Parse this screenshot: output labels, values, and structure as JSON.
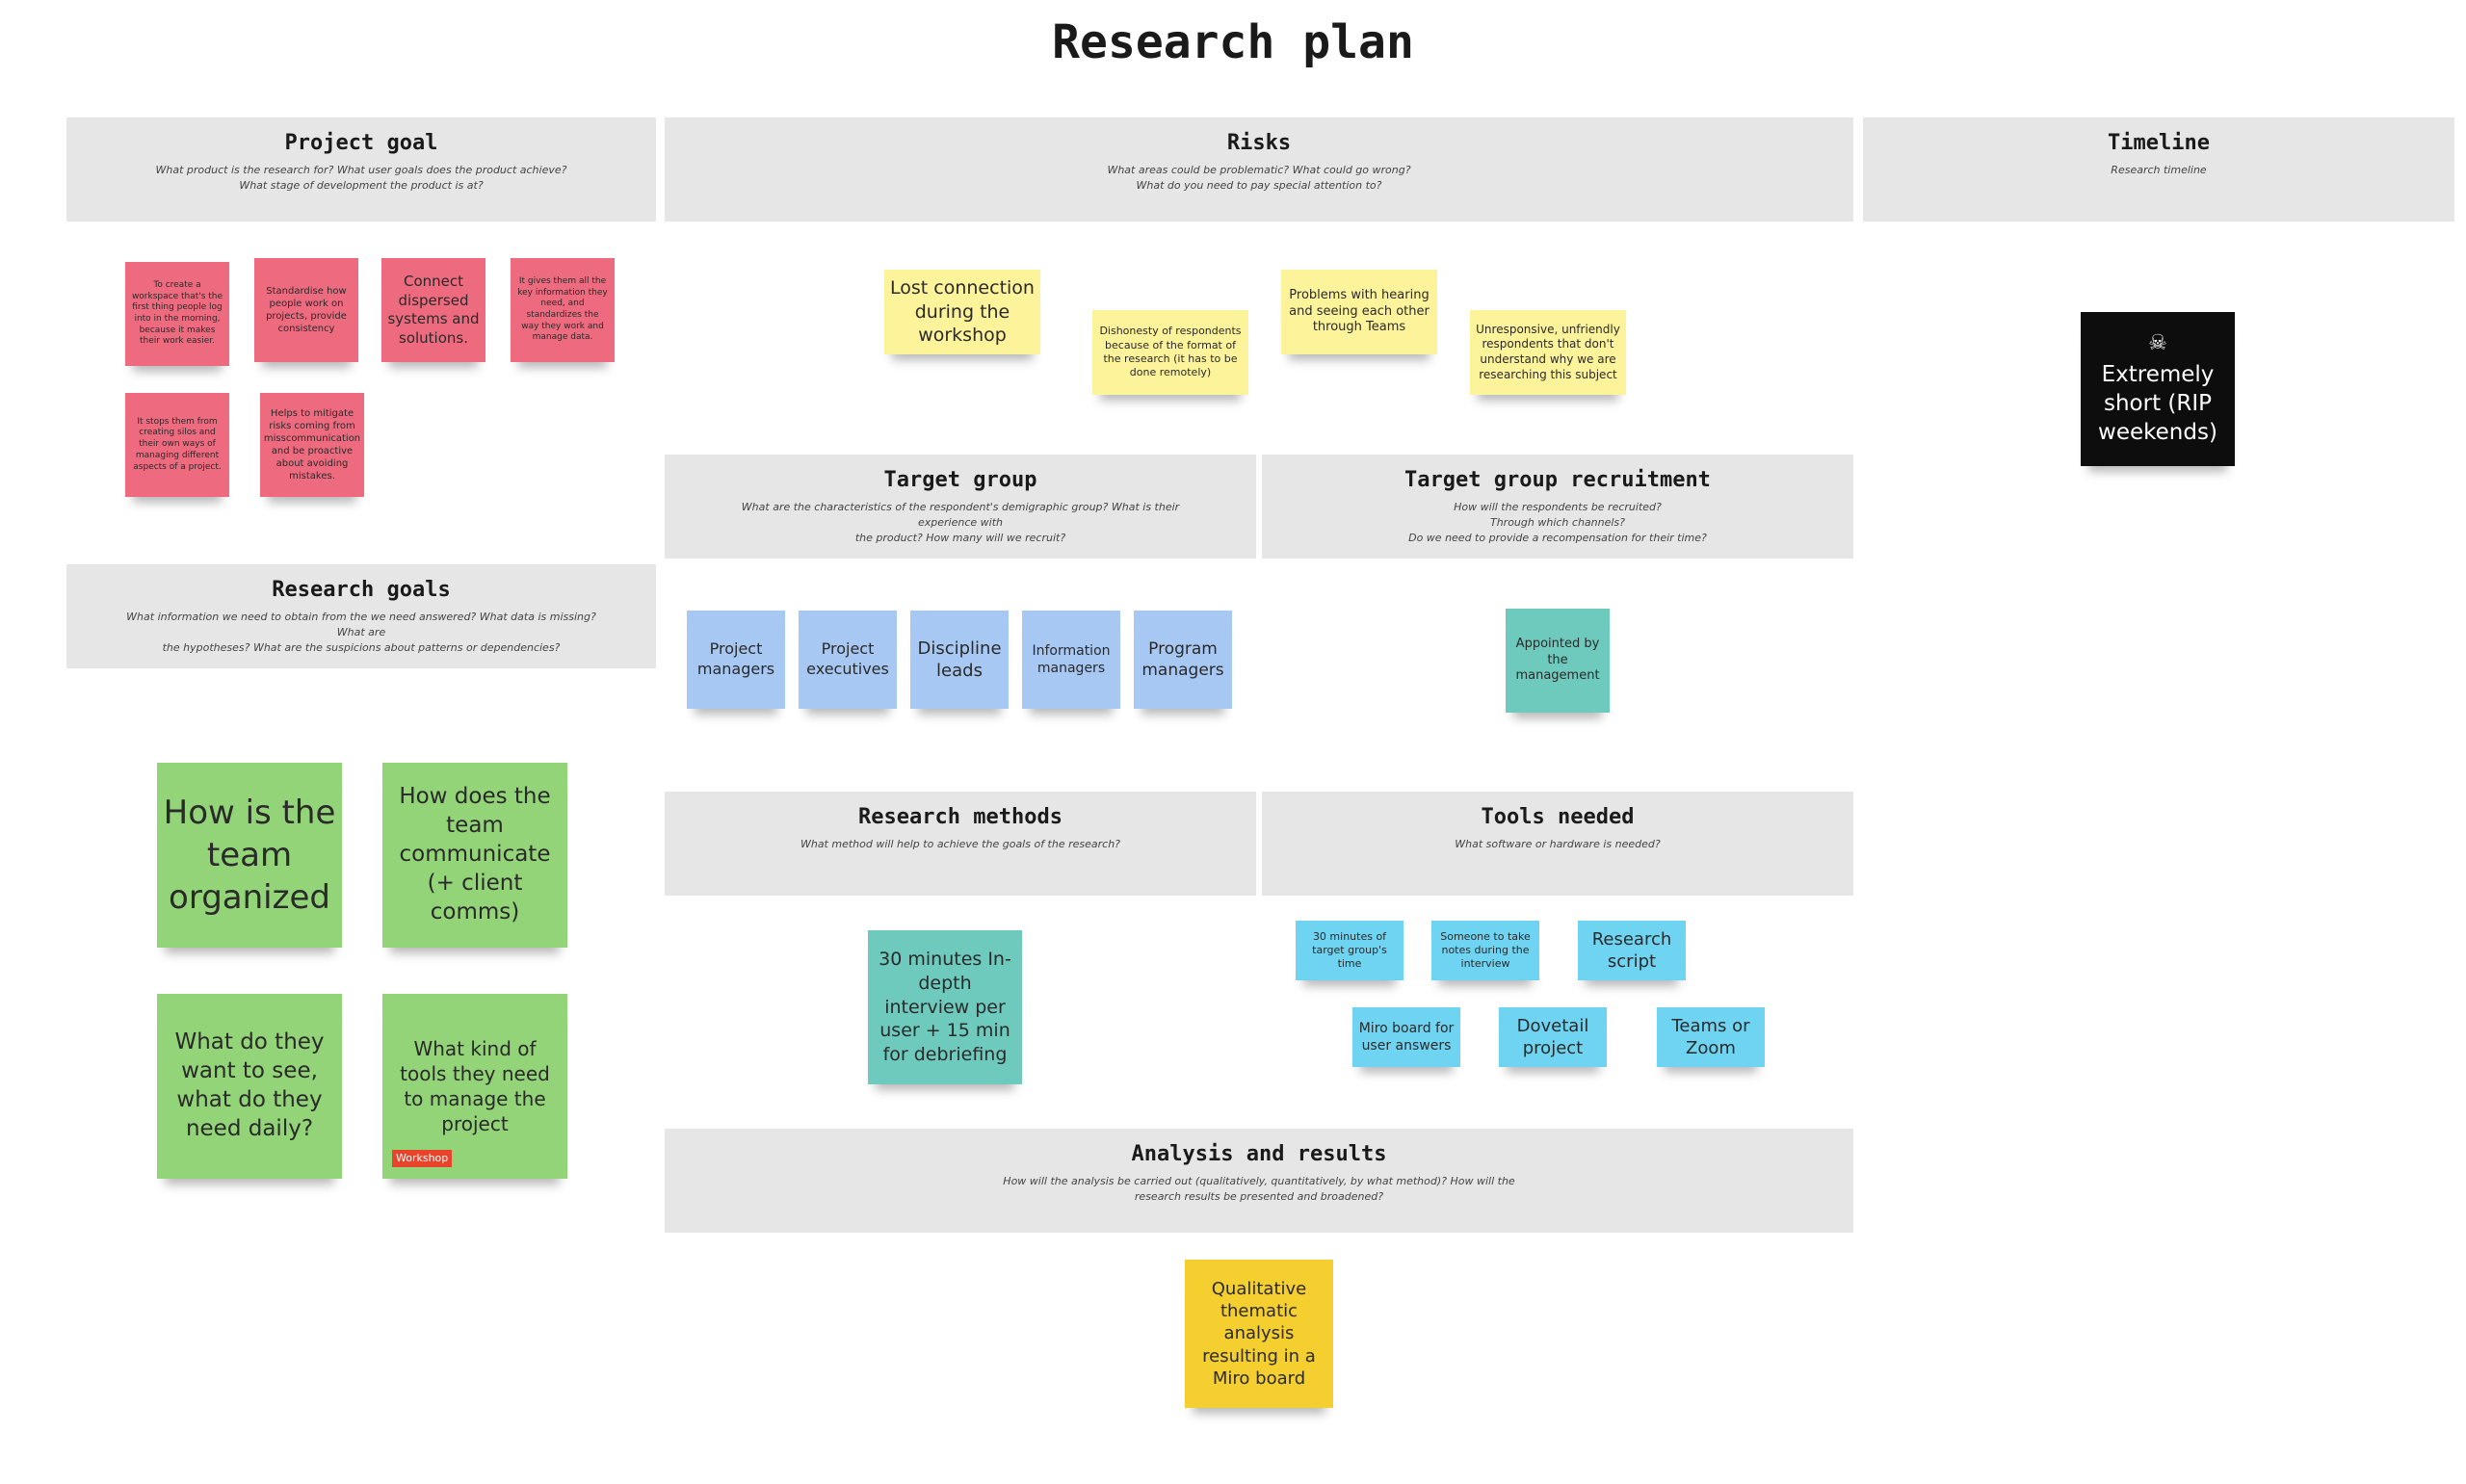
{
  "board": {
    "title": "Research plan"
  },
  "frames": {
    "project_goal": {
      "title": "Project goal",
      "desc": "What product is the research for? What user goals does the product achieve?\nWhat stage of development the product is at?"
    },
    "risks": {
      "title": "Risks",
      "desc": "What areas could be problematic? What could go wrong?\nWhat do you need to pay special attention to?"
    },
    "timeline": {
      "title": "Timeline",
      "desc": "Research timeline"
    },
    "research_goals": {
      "title": "Research goals",
      "desc": "What information we need to obtain from the we need answered? What data is missing? What are\nthe hypotheses? What are the suspicions about patterns or dependencies?"
    },
    "target_group": {
      "title": "Target group",
      "desc": "What are the characteristics of the respondent's demigraphic group? What is their experience with\nthe product? How many will we recruit?"
    },
    "recruitment": {
      "title": "Target group recruitment",
      "desc": "How will the respondents be recruited?\nThrough which channels?\nDo we need to provide a recompensation for their time?"
    },
    "methods": {
      "title": "Research methods",
      "desc": "What method will help to achieve the goals of the research?"
    },
    "tools": {
      "title": "Tools needed",
      "desc": "What software or hardware is needed?"
    },
    "analysis": {
      "title": "Analysis and results",
      "desc": "How will the analysis be carried out (qualitatively, quantitatively, by what method)? How will the\nresearch results be presented and broadened?"
    }
  },
  "notes": {
    "goal": [
      "To create a workspace that's the first thing people log into in the morning, because it makes their work easier.",
      "Standardise how people work on projects, provide consistency",
      "Connect dispersed systems and solutions.",
      "It gives them all the key information they need, and standardizes the way they work and manage data.",
      "It stops them from creating silos and their own ways of managing different aspects of a project.",
      "Helps to mitigate risks coming from misscommunication and be proactive about avoiding mistakes."
    ],
    "risks": [
      "Lost connection during the workshop",
      "Dishonesty of respondents because of the format of the research (it has to be done remotely)",
      "Problems with hearing and seeing each other through Teams",
      "Unresponsive, unfriendly respondents that don't understand why we are researching this subject"
    ],
    "timeline": {
      "icon": "skull-icon",
      "text": "Extremely short (RIP weekends)"
    },
    "research_goals": [
      "How is the team organized",
      "How does the team communicate (+ client comms)",
      "What do they want to see, what do they need daily?",
      "What kind of tools they need to manage the project"
    ],
    "workshop_tag": "Workshop",
    "target_group": [
      "Project managers",
      "Project executives",
      "Discipline leads",
      "Information managers",
      "Program managers"
    ],
    "recruitment": [
      "Appointed by the management"
    ],
    "methods": [
      "30 minutes In-depth interview per user + 15 min for debriefing"
    ],
    "tools": [
      "30 minutes of target group's time",
      "Someone to take notes during the interview",
      "Research script",
      "Miro board for user answers",
      "Dovetail project",
      "Teams or Zoom"
    ],
    "analysis": [
      "Qualitative thematic analysis resulting in a Miro board"
    ]
  },
  "colors": {
    "frame_bg": "#e6e6e6",
    "pink": "#ee6a7f",
    "yellow": "#fdf39b",
    "blue": "#a8c8f4",
    "teal": "#6dcabd",
    "green": "#92d477",
    "cyan": "#6ed4f2",
    "gold": "#f5cf2f",
    "black": "#0d0d0d",
    "tag": "#e8442b"
  }
}
